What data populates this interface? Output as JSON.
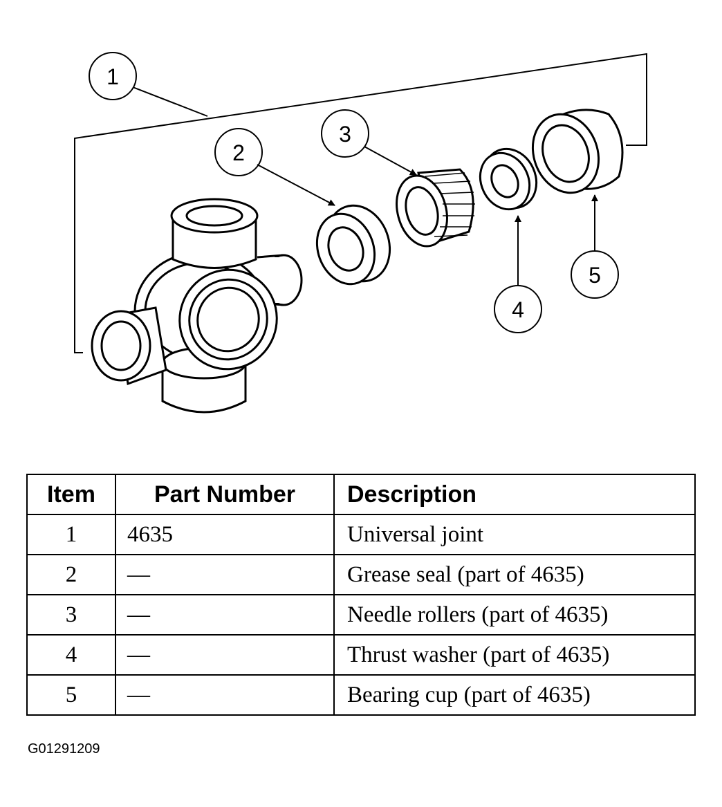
{
  "diagram": {
    "callouts": [
      "1",
      "2",
      "3",
      "4",
      "5"
    ]
  },
  "table": {
    "headers": {
      "item": "Item",
      "part_number": "Part Number",
      "description": "Description"
    },
    "rows": [
      {
        "item": "1",
        "part_number": "4635",
        "description": "Universal joint"
      },
      {
        "item": "2",
        "part_number": "—",
        "description": "Grease seal (part of 4635)"
      },
      {
        "item": "3",
        "part_number": "—",
        "description": "Needle rollers (part of 4635)"
      },
      {
        "item": "4",
        "part_number": "—",
        "description": "Thrust washer (part of 4635)"
      },
      {
        "item": "5",
        "part_number": "—",
        "description": "Bearing cup (part of 4635)"
      }
    ]
  },
  "figure_code": "G01291209"
}
